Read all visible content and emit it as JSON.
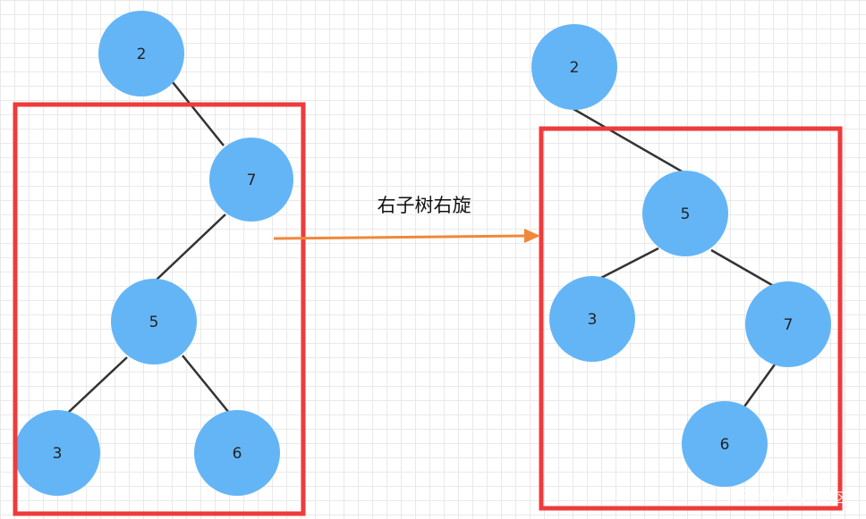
{
  "colors": {
    "node_fill": "#64b5f6",
    "edge": "#333333",
    "frame": "#ee3b3b",
    "arrow": "#f0883a"
  },
  "caption": "右子树右旋",
  "watermark": "@稀土掘金技术社区",
  "before_tree": {
    "nodes": [
      {
        "id": "b-2",
        "label": "2"
      },
      {
        "id": "b-7",
        "label": "7"
      },
      {
        "id": "b-5",
        "label": "5"
      },
      {
        "id": "b-3",
        "label": "3"
      },
      {
        "id": "b-6",
        "label": "6"
      }
    ]
  },
  "after_tree": {
    "nodes": [
      {
        "id": "a-2",
        "label": "2"
      },
      {
        "id": "a-5",
        "label": "5"
      },
      {
        "id": "a-3",
        "label": "3"
      },
      {
        "id": "a-7",
        "label": "7"
      },
      {
        "id": "a-6",
        "label": "6"
      }
    ]
  }
}
